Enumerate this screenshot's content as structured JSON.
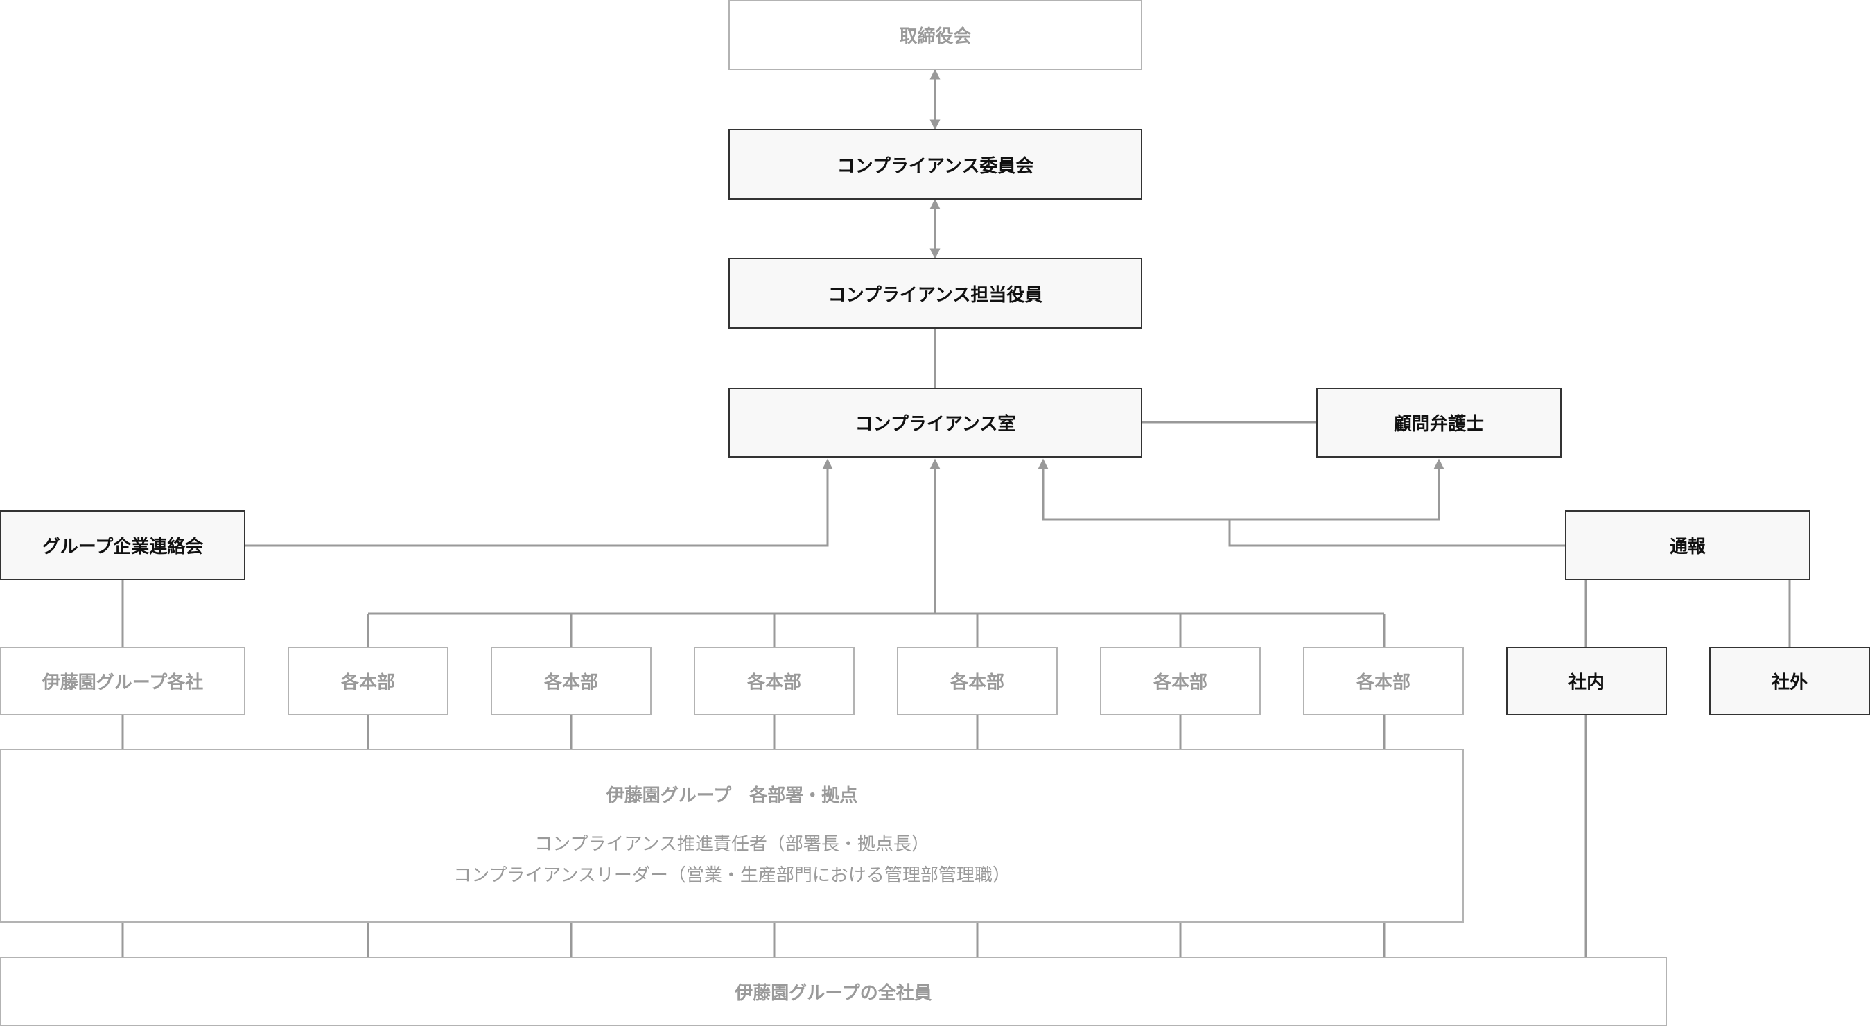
{
  "nodes": {
    "board": "取締役会",
    "committee": "コンプライアンス委員会",
    "officer": "コンプライアンス担当役員",
    "office": "コンプライアンス室",
    "lawyer": "顧問弁護士",
    "group_council": "グループ企業連絡会",
    "report": "通報",
    "group_companies": "伊藤園グループ各社",
    "divisions": [
      "各本部",
      "各本部",
      "各本部",
      "各本部",
      "各本部",
      "各本部"
    ],
    "internal": "社内",
    "external": "社外",
    "all_employees": "伊藤園グループの全社員"
  },
  "departments": {
    "title": "伊藤園グループ　各部署・拠点",
    "line1": "コンプライアンス推進責任者（部署長・拠点長）",
    "line2": "コンプライアンスリーダー（営業・生産部門における管理部管理職）"
  },
  "colors": {
    "emphasis_border": "#333333",
    "muted_border": "#b3b3b3",
    "connector": "#999999",
    "muted_text": "#9a9a9a"
  }
}
